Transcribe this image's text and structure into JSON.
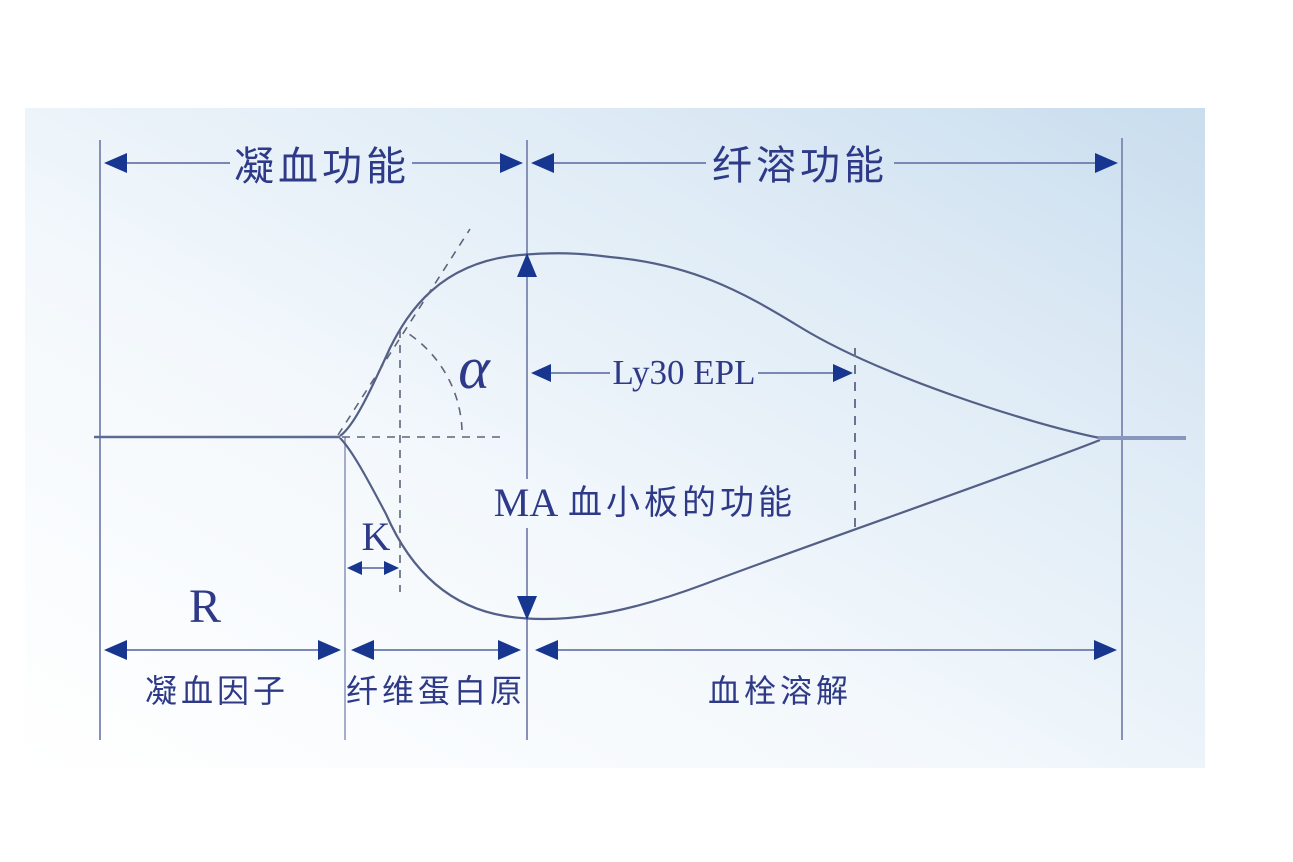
{
  "diagram": {
    "type": "TEG thromboelastography trace diagram",
    "top_axis": {
      "left_label": "凝血功能",
      "right_label": "纤溶功能"
    },
    "curve_labels": {
      "alpha": "α",
      "ly30_epl": "Ly30 EPL",
      "ma": "MA",
      "platelet_function": "血小板的功能",
      "k": "K",
      "r": "R"
    },
    "bottom_axis": {
      "left_label": "凝血因子",
      "middle_label": "纤维蛋白原",
      "right_label": "血栓溶解"
    },
    "colors": {
      "label_text": "#2e3a87",
      "arrowhead": "#17368f",
      "boundary_line": "#8791b8",
      "trace_curve": "#535f86",
      "dashed_line": "#5f6578",
      "tail_line": "#8a97bd",
      "background_tint_strong": "#c9ddee",
      "background_tint_weak": "#ffffff"
    }
  }
}
